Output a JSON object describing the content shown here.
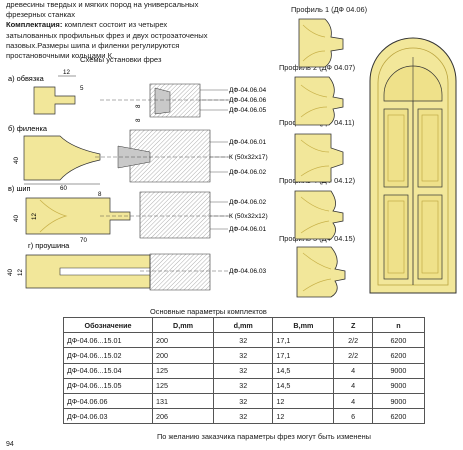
{
  "intro": {
    "line1": "древесины твердых и мягких пород на универсальных",
    "line2": "фрезерных станках",
    "kit_label": "Комплектация:",
    "kit_text1": " комплект состоит из четырех",
    "line4": "затылованных профильных фрез и двух остроэаточеных",
    "line5": "пазовых.Размеры шипа и филенки регулируются",
    "line6": "простановочными  кольцами К."
  },
  "schemes_title": "Схемы установки фрез",
  "schemes": {
    "a_label": "а) обвязка",
    "b_label": "б) филенка",
    "v_label": "в) шип",
    "g_label": "г) проушина",
    "a_codes": [
      "ДФ-04.06.04",
      "ДФ-04.06.06",
      "ДФ-04.06.05"
    ],
    "b_codes": [
      "ДФ-04.06.01",
      "К (50x32x17)",
      "ДФ-04.06.02"
    ],
    "v_codes": [
      "ДФ-04.06.02",
      "К (50x32x12)",
      "ДФ-04.06.01"
    ],
    "g_codes": [
      "ДФ-04.06.03"
    ],
    "dims": {
      "a_12": "12",
      "a_5": "5",
      "a_8": "8",
      "a_8b": "8",
      "b_40": "40",
      "b_60": "60",
      "v_12": "12",
      "v_40": "40",
      "v_8": "8",
      "v_70": "70",
      "g_40": "40",
      "g_12": "12"
    }
  },
  "profiles": [
    "Профиль 1  (ДФ 04.06)",
    "Профиль 2  (ДФ 04.07)",
    "Профиль 3  (ДФ 04.11)",
    "Профиль 4  (ДФ 04.12)",
    "Профиль 5  (ДФ 04.15)"
  ],
  "table": {
    "title": "Основные параметры комплектов",
    "headers": [
      "Обозначение",
      "D,mm",
      "d,mm",
      "B,mm",
      "Z",
      "n"
    ],
    "rows": [
      [
        "ДФ-04.06...15.01",
        "200",
        "32",
        "17,1",
        "2/2",
        "6200"
      ],
      [
        "ДФ-04.06...15.02",
        "200",
        "32",
        "17,1",
        "2/2",
        "6200"
      ],
      [
        "ДФ-04.06...15.04",
        "125",
        "32",
        "14,5",
        "4",
        "9000"
      ],
      [
        "ДФ-04.06...15.05",
        "125",
        "32",
        "14,5",
        "4",
        "9000"
      ],
      [
        "ДФ-04.06.06",
        "131",
        "32",
        "12",
        "4",
        "9000"
      ],
      [
        "ДФ-04.06.03",
        "206",
        "32",
        "12",
        "6",
        "6200"
      ]
    ]
  },
  "note": "По желанию заказчика параметры фрез могут быть изменены",
  "page_number": "94",
  "colors": {
    "wood": "#f2e79a",
    "wood_dark": "#c9b24a",
    "outline": "#333333",
    "cutter": "#b8b8b8"
  }
}
